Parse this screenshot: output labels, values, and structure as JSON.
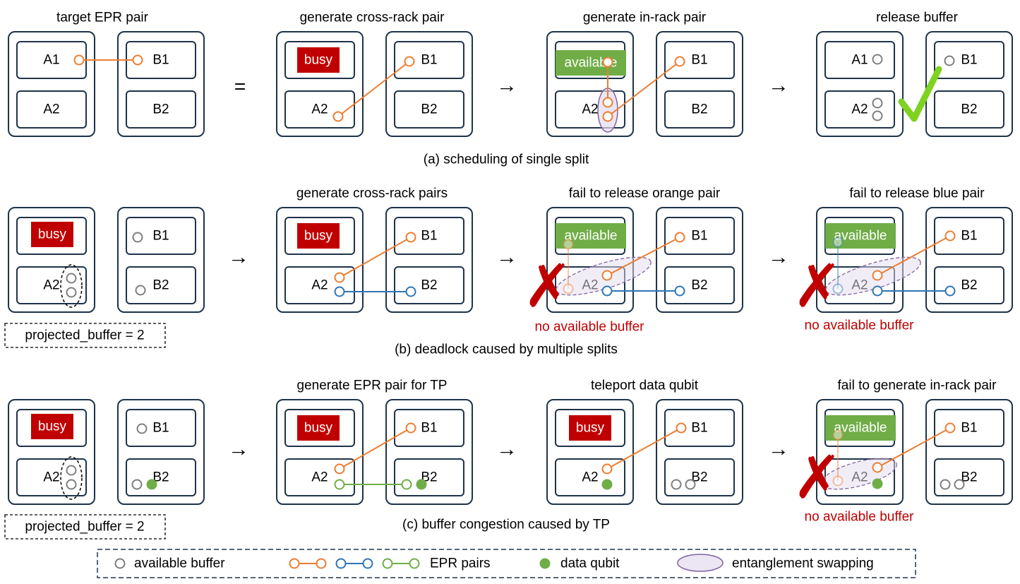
{
  "colors": {
    "rack_stroke": "#1f3349",
    "busy": "#c00000",
    "available": "#70ad47",
    "orange": "#ed7d31",
    "blue": "#2e75b6",
    "green": "#70ad47",
    "buffer_gray": "#7f7f7f",
    "error": "#c00000",
    "swap_fill": "#e4dbef",
    "swap_stroke": "#8064a2",
    "check": "#7ed321"
  },
  "node_labels": {
    "a1": "A1",
    "a2": "A2",
    "b1": "B1",
    "b2": "B2"
  },
  "status": {
    "busy": "busy",
    "available": "available"
  },
  "projected_buffer": "projected_buffer = 2",
  "no_buffer": "no available buffer",
  "symbols": {
    "equals": "=",
    "arrow": "→",
    "cross": "✗",
    "check": "✓"
  },
  "rows": {
    "a": {
      "caption": "(a) scheduling of single split",
      "stage_titles": [
        "target EPR pair",
        "generate cross-rack pair",
        "generate in-rack pair",
        "release buffer"
      ]
    },
    "b": {
      "caption": "(b) deadlock caused by multiple splits",
      "stage_titles": [
        "",
        "generate cross-rack pairs",
        "fail to release orange pair",
        "fail to release blue pair"
      ]
    },
    "c": {
      "caption": "(c) buffer congestion caused by TP",
      "stage_titles": [
        "",
        "generate EPR pair for TP",
        "teleport data qubit",
        "fail to generate in-rack pair"
      ]
    }
  },
  "legend": {
    "available_buffer": "available buffer",
    "epr_pairs": "EPR pairs",
    "data_qubit": "data qubit",
    "entanglement_swapping": "entanglement swapping"
  }
}
